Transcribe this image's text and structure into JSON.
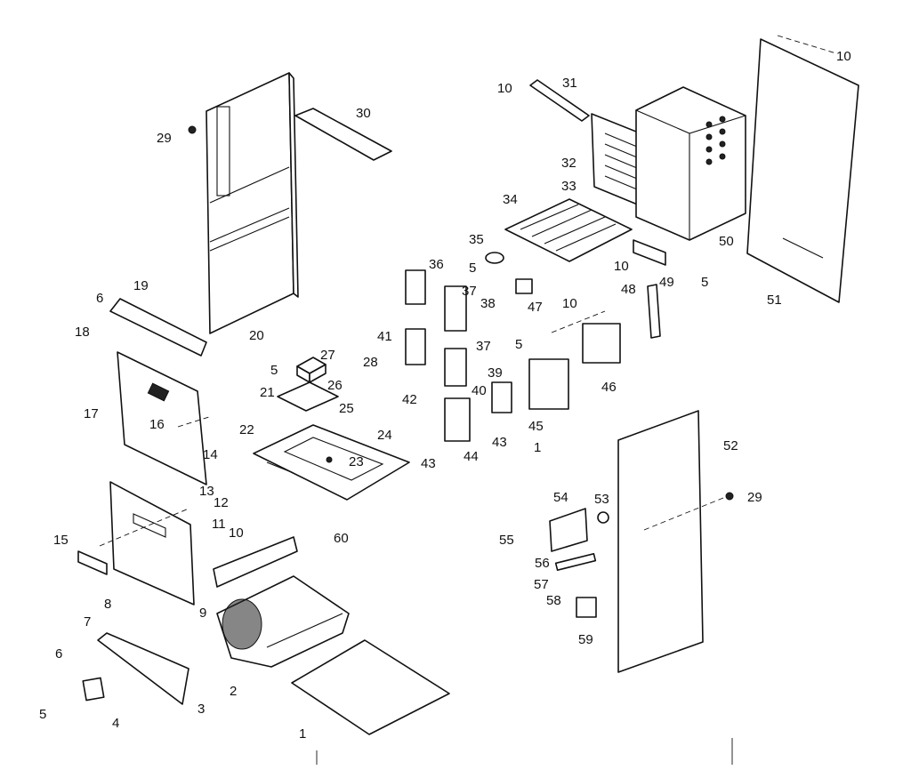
{
  "diagram": {
    "background": "#ffffff",
    "line_color": "#111111",
    "labels": [
      "1",
      "2",
      "3",
      "4",
      "5",
      "6",
      "7",
      "8",
      "9",
      "10",
      "11",
      "12",
      "13",
      "14",
      "15",
      "16",
      "17",
      "18",
      "19",
      "20",
      "21",
      "22",
      "23",
      "24",
      "25",
      "26",
      "27",
      "28",
      "29",
      "30",
      "31",
      "32",
      "33",
      "34",
      "35",
      "36",
      "37",
      "38",
      "39",
      "40",
      "41",
      "42",
      "43",
      "44",
      "45",
      "46",
      "47",
      "48",
      "49",
      "50",
      "51",
      "52",
      "53",
      "54",
      "55",
      "56",
      "57",
      "58",
      "59",
      "60"
    ]
  },
  "callouts": {
    "c1": "1",
    "c2": "2",
    "c3": "3",
    "c4": "4",
    "c5a": "5",
    "c5b": "5",
    "c5c": "5",
    "c5d": "5",
    "c6a": "6",
    "c6b": "6",
    "c7": "7",
    "c8": "8",
    "c9": "9",
    "c10a": "10",
    "c10b": "10",
    "c10c": "10",
    "c10d": "10",
    "c10e": "10",
    "c11": "11",
    "c12": "12",
    "c13": "13",
    "c14": "14",
    "c15": "15",
    "c16": "16",
    "c17": "17",
    "c18": "18",
    "c19": "19",
    "c20": "20",
    "c21": "21",
    "c22": "22",
    "c23": "23",
    "c24": "24",
    "c25": "25",
    "c26": "26",
    "c27": "27",
    "c28": "28",
    "c29a": "29",
    "c29b": "29",
    "c30": "30",
    "c31": "31",
    "c32": "32",
    "c33": "33",
    "c34": "34",
    "c35": "35",
    "c36": "36",
    "c37a": "37",
    "c37b": "37",
    "c38": "38",
    "c39": "39",
    "c40": "40",
    "c41": "41",
    "c42": "42",
    "c43a": "43",
    "c43b": "43",
    "c44": "44",
    "c45": "45",
    "c46": "46",
    "c47": "47",
    "c48": "48",
    "c49": "49",
    "c50": "50",
    "c51": "51",
    "c52": "52",
    "c53": "53",
    "c54": "54",
    "c55": "55",
    "c56": "56",
    "c57": "57",
    "c58": "58",
    "c59": "59",
    "c60": "60",
    "c1b": "1"
  }
}
